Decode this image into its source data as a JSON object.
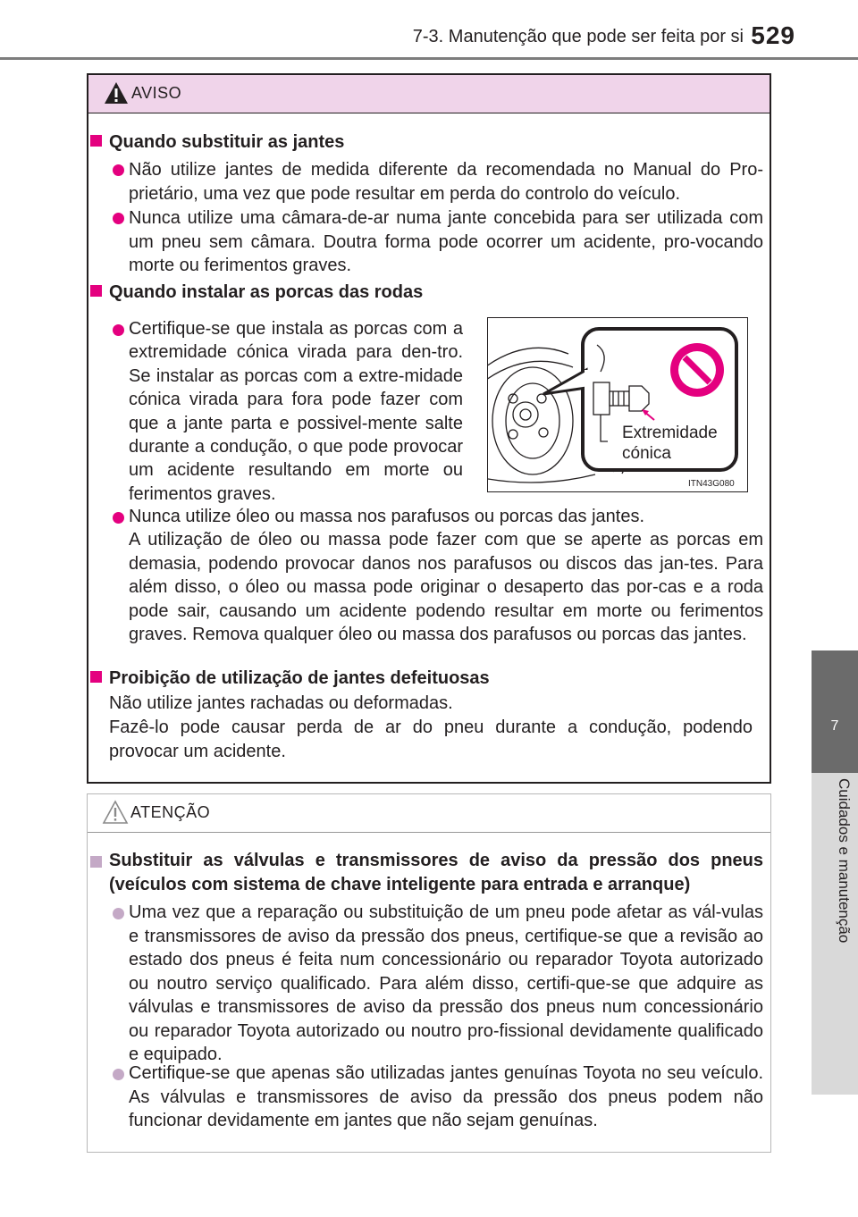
{
  "header": {
    "section": "7-3. Manutenção que pode ser feita por si",
    "page_number": "529"
  },
  "side_tab": {
    "chapter_number": "7",
    "chapter_title": "Cuidados e manutenção"
  },
  "warning": {
    "label": "AVISO",
    "sec1_title": "Quando substituir as jantes",
    "sec1_b1": "Não utilize jantes de medida diferente da recomendada no Manual do Pro-prietário, uma vez que pode resultar em perda do controlo do veículo.",
    "sec1_b2": "Nunca utilize uma câmara-de-ar numa jante concebida para ser utilizada com um pneu sem câmara. Doutra forma pode ocorrer um acidente, pro-vocando morte ou ferimentos graves.",
    "sec2_title": "Quando instalar as porcas das rodas",
    "sec2_b1": "Certifique-se que instala as porcas com a extremidade cónica virada para den-tro. Se instalar as porcas com a extre-midade cónica virada para fora pode fazer com que a jante parta e possivel-mente salte durante a condução, o que pode provocar um acidente resultando em morte ou ferimentos graves.",
    "figure_label_line1": "Extremidade",
    "figure_label_line2": "cónica",
    "figure_code": "ITN43G080",
    "sec2_b2_line1": "Nunca utilize óleo ou massa nos parafusos ou porcas das jantes.",
    "sec2_b2_rest": "A utilização de óleo ou massa pode fazer com que se aperte as porcas em demasia, podendo provocar danos nos parafusos ou discos das jan-tes. Para além disso, o óleo ou massa pode originar o desaperto das por-cas e a roda pode sair, causando um acidente podendo resultar em morte ou ferimentos graves. Remova qualquer óleo ou massa dos parafusos ou porcas das jantes.",
    "sec3_title": "Proibição de utilização de jantes defeituosas",
    "sec3_line1": "Não utilize jantes rachadas ou deformadas.",
    "sec3_line2": "Fazê-lo pode causar perda de ar do pneu durante a condução, podendo provocar um acidente."
  },
  "caution": {
    "label": "ATENÇÃO",
    "title": "Substituir as válvulas e transmissores de aviso da pressão dos pneus (veículos com sistema de chave inteligente para entrada e arranque)",
    "b1": "Uma vez que a reparação ou substituição de um pneu pode afetar as vál-vulas e transmissores de aviso da pressão dos pneus, certifique-se que a revisão ao estado dos pneus é feita num concessionário ou reparador Toyota autorizado ou noutro serviço qualificado. Para além disso, certifi-que-se que adquire as válvulas e transmissores de aviso da pressão dos pneus num concessionário ou reparador Toyota autorizado ou noutro pro-fissional devidamente qualificado e equipado.",
    "b2": "Certifique-se que apenas são utilizadas jantes genuínas Toyota no seu veículo. As válvulas e transmissores de aviso da pressão dos pneus podem não funcionar devidamente em jantes que não sejam genuínas."
  },
  "colors": {
    "bullet": "#e4007f",
    "bullet_caution": "#c4a9c6",
    "warning_header": "#f0d4ea",
    "side_tab": "#6b6b6b"
  }
}
